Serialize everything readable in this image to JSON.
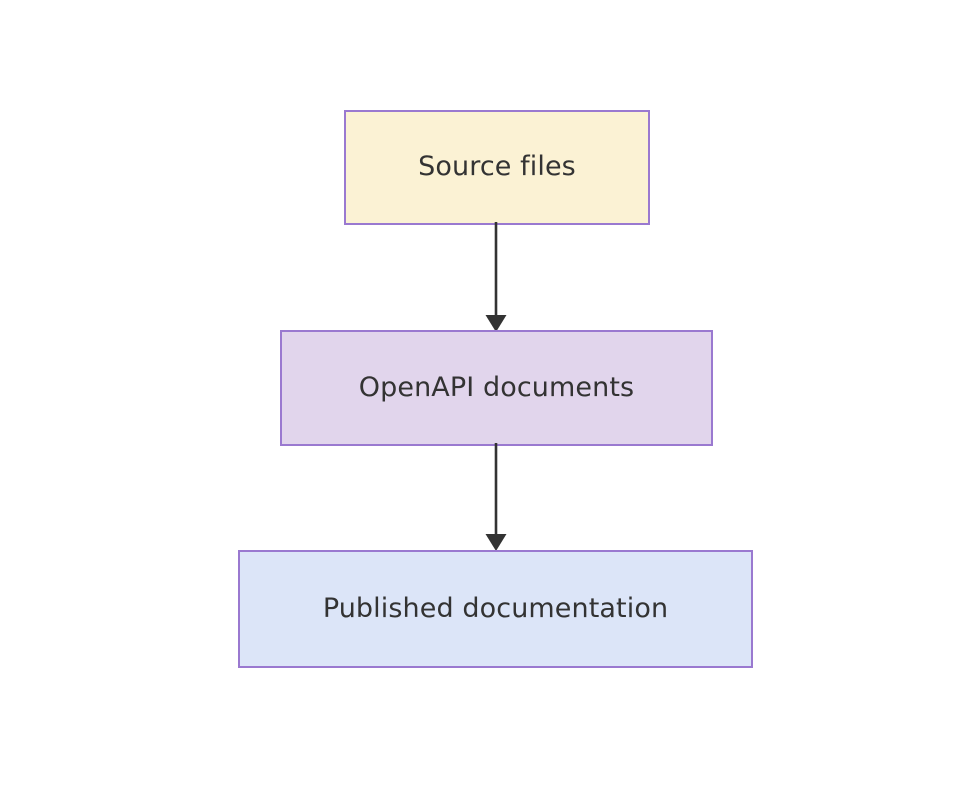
{
  "diagram": {
    "type": "flowchart",
    "direction": "top-to-bottom",
    "background_color": "#ffffff",
    "title": "",
    "nodes": [
      {
        "id": "source-files",
        "label": "Source files",
        "fill_color": "#fbf2d4",
        "border_color": "#9a79d0",
        "text_color": "#333333"
      },
      {
        "id": "openapi-documents",
        "label": "OpenAPI documents",
        "fill_color": "#e1d5ec",
        "border_color": "#9a79d0",
        "text_color": "#333333"
      },
      {
        "id": "published-documentation",
        "label": "Published documentation",
        "fill_color": "#dce5f8",
        "border_color": "#9a79d0",
        "text_color": "#333333"
      }
    ],
    "edges": [
      {
        "id": "source-to-openapi",
        "from": "source-files",
        "to": "openapi-documents",
        "label": "",
        "arrowhead": "solid-triangle",
        "line_color": "#333333"
      },
      {
        "id": "openapi-to-published",
        "from": "openapi-documents",
        "to": "published-documentation",
        "label": "",
        "arrowhead": "solid-triangle",
        "line_color": "#333333"
      }
    ]
  }
}
